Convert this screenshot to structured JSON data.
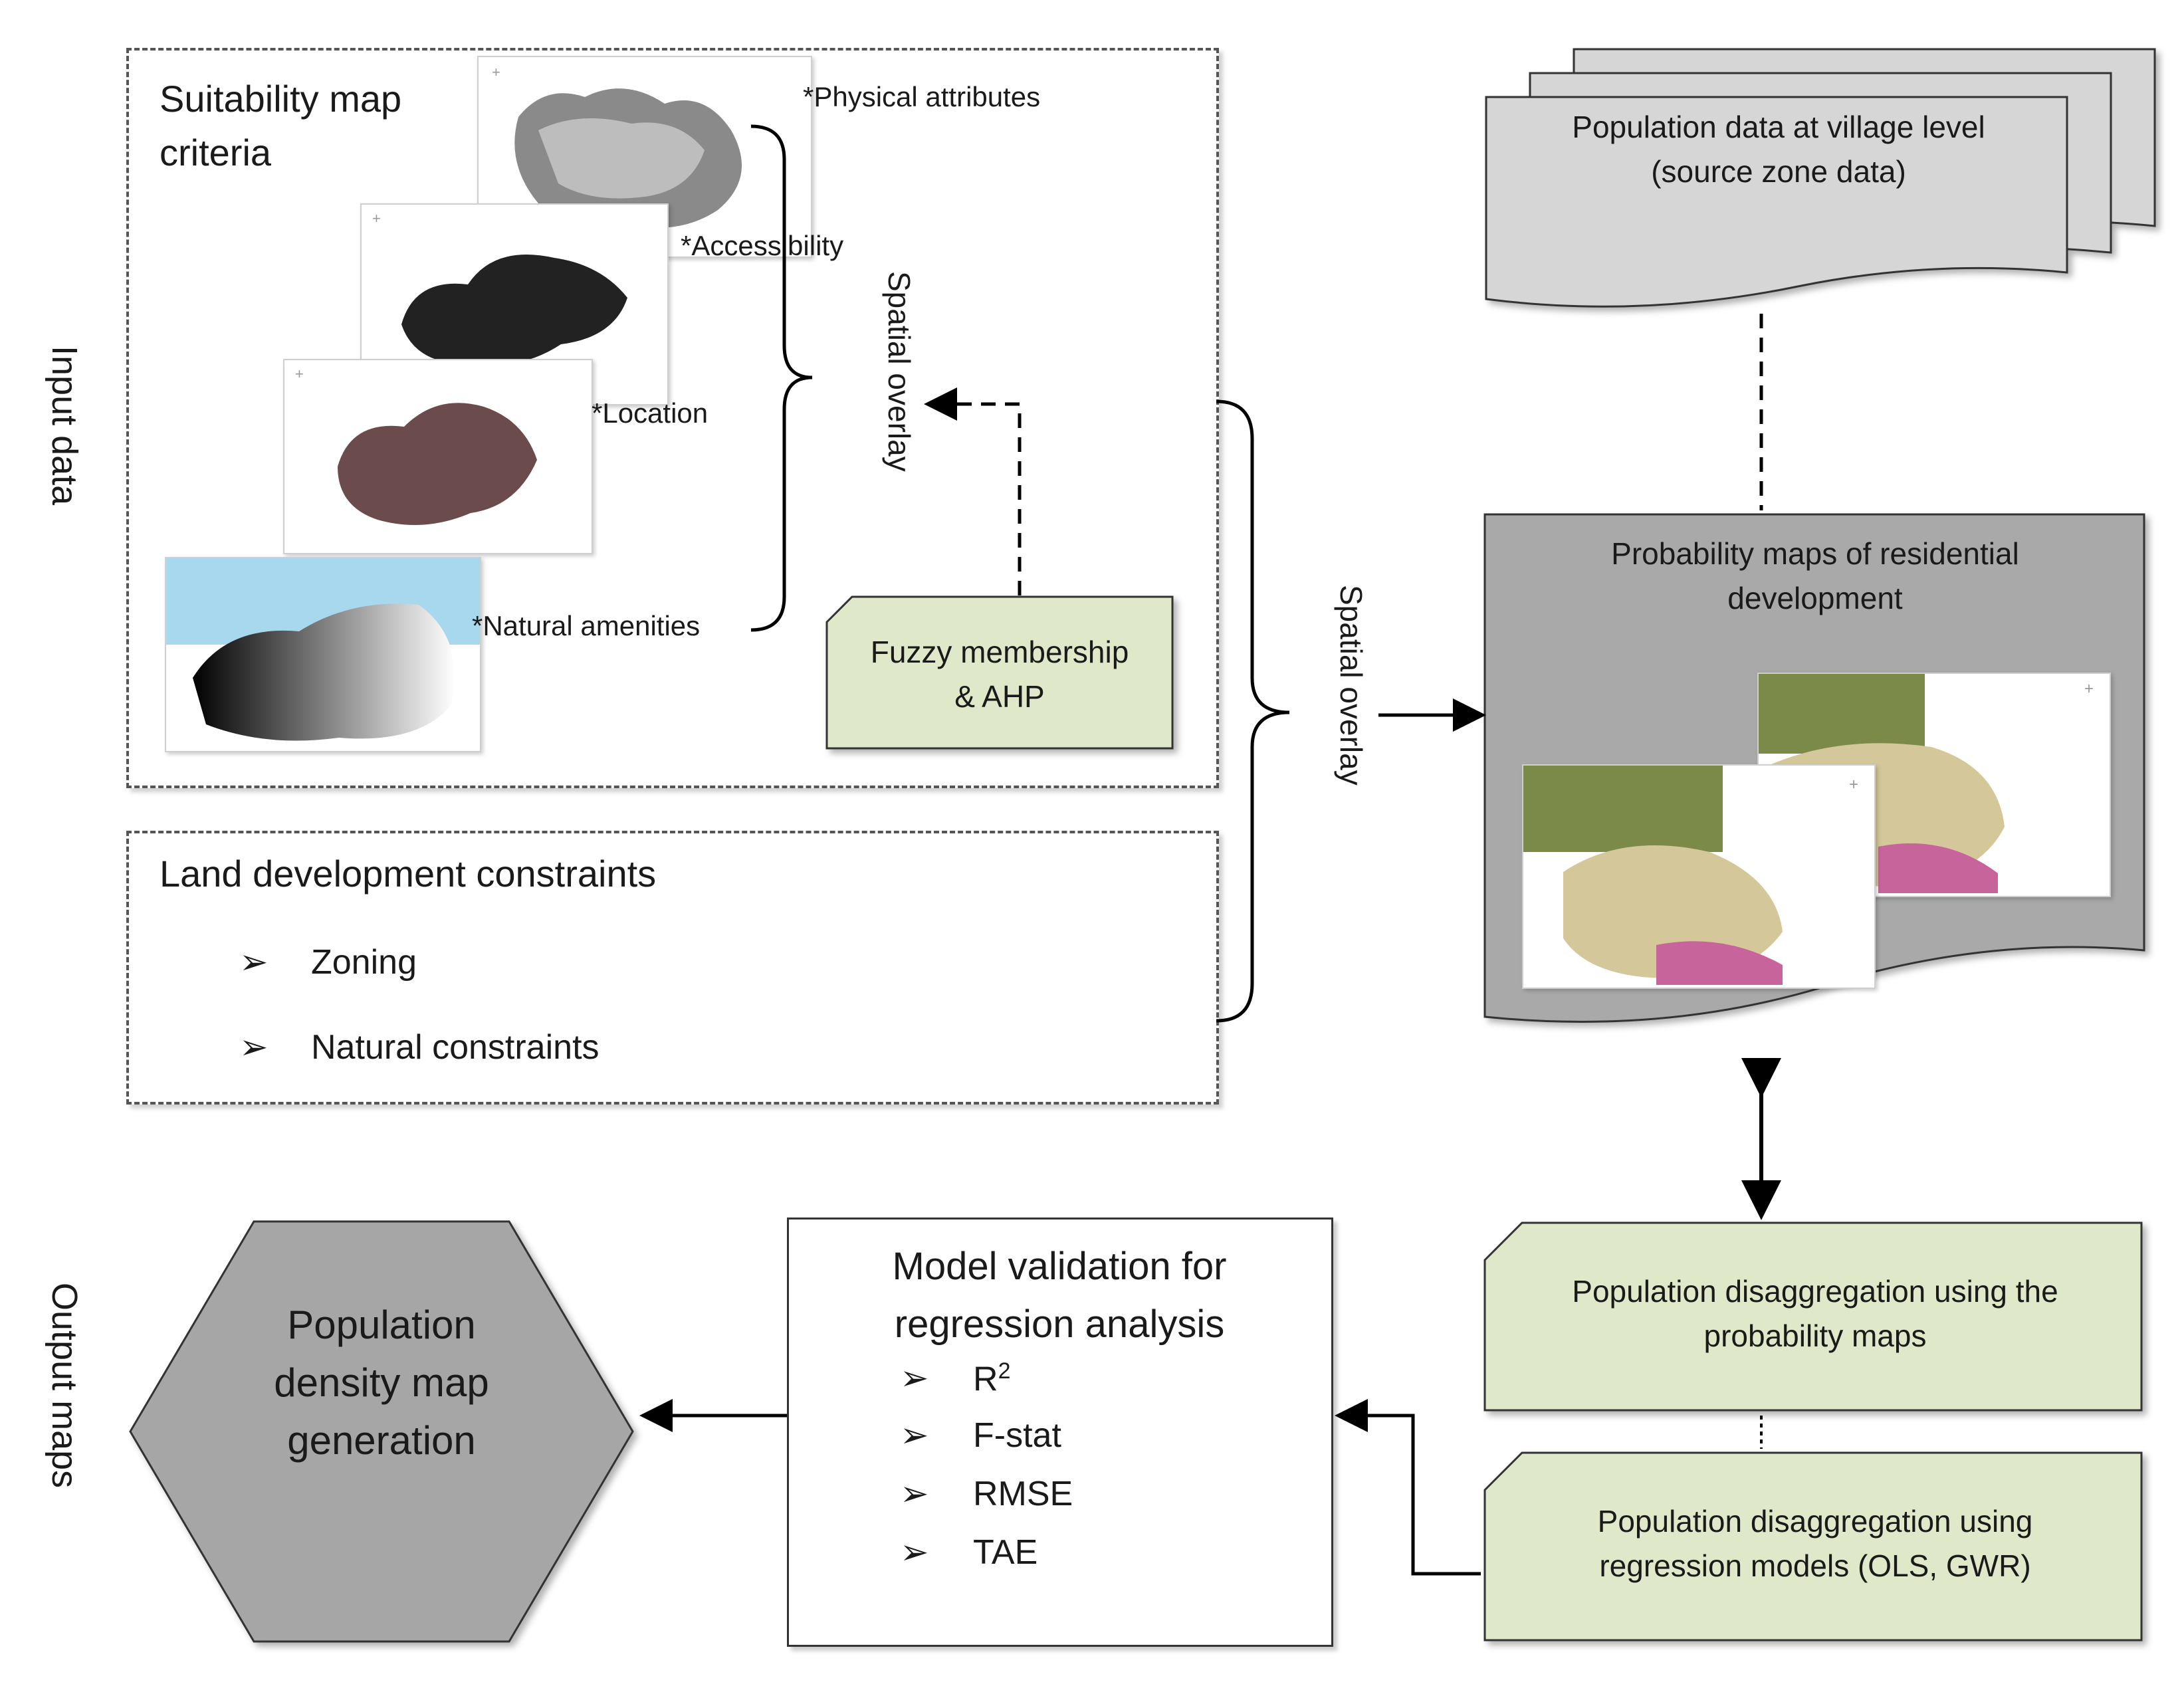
{
  "side_labels": {
    "input": "Input data",
    "output": "Output maps"
  },
  "suitability": {
    "title_line1": "Suitability map",
    "title_line2": "criteria",
    "criteria": [
      "*Physical attributes",
      "*Accessibility",
      "*Location",
      "*Natural amenities"
    ]
  },
  "spatial_overlay_1": "Spatial overlay",
  "spatial_overlay_2": "Spatial overlay",
  "fuzzy": {
    "line1": "Fuzzy membership",
    "line2": "& AHP"
  },
  "constraints": {
    "title": "Land development constraints",
    "items": [
      "Zoning",
      "Natural constraints"
    ],
    "bullet_glyph": "➢"
  },
  "population_data": {
    "line1": "Population data at village level",
    "line2": "(source zone data)"
  },
  "probability": {
    "line1": "Probability maps of residential",
    "line2": "development"
  },
  "disagg_prob": {
    "line1": "Population disaggregation using the",
    "line2": "probability maps"
  },
  "disagg_reg": {
    "line1": "Population disaggregation using",
    "line2": "regression models (OLS, GWR)"
  },
  "validation": {
    "title_line1": "Model validation for",
    "title_line2": "regression analysis",
    "metrics": [
      "R",
      "F-stat",
      "RMSE",
      "TAE"
    ],
    "r_superscript": "2",
    "bullet_glyph": "➢"
  },
  "output": {
    "line1": "Population",
    "line2": "density map",
    "line3": "generation"
  },
  "colors": {
    "green_fill": "#dfe8c8",
    "gray_doc": "#a9a9a9",
    "light_gray_doc": "#d6d6d6",
    "hexagon": "#a6a6a6"
  }
}
